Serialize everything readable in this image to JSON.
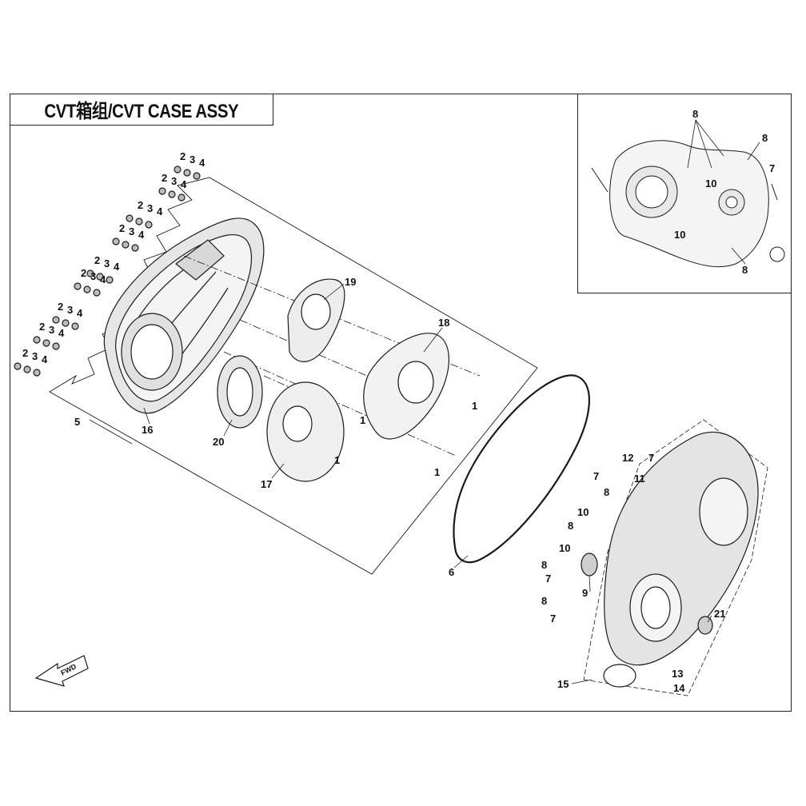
{
  "title": "CVT箱组/CVT CASE ASSY",
  "fwd_label": "FWD",
  "colors": {
    "line": "#1a1a1a",
    "part": "#cfcfcf",
    "background": "#ffffff"
  },
  "callouts": {
    "n1": "1",
    "n2": "2",
    "n3": "3",
    "n4": "4",
    "n5": "5",
    "n6": "6",
    "n7": "7",
    "n8": "8",
    "n9": "9",
    "n10": "10",
    "n11": "11",
    "n12": "12",
    "n13": "13",
    "n14": "14",
    "n15": "15",
    "n16": "16",
    "n17": "17",
    "n18": "18",
    "n19": "19",
    "n20": "20",
    "n21": "21"
  }
}
